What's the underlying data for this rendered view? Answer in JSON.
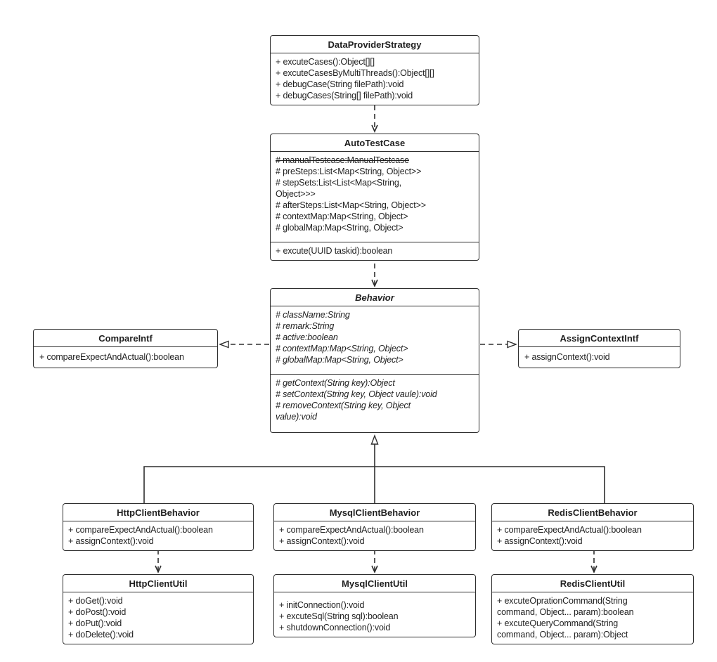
{
  "colors": {
    "line": "#2e2e2e",
    "text": "#1f1f1f",
    "background": "#ffffff"
  },
  "classes": {
    "dataProviderStrategy": {
      "title": "DataProviderStrategy",
      "methods": [
        "+ excuteCases():Object[][]",
        "+ excuteCasesByMultiThreads():Object[][]",
        "+ debugCase(String filePath):void",
        "+ debugCases(String[] filePath):void"
      ]
    },
    "autoTestCase": {
      "title": "AutoTestCase",
      "attributes": [
        {
          "text": "# manualTestcase:ManualTestcase",
          "strike": true
        },
        "# preSteps:List<Map<String, Object>>",
        "# stepSets:List<List<Map<String,",
        "Object>>>",
        "# afterSteps:List<Map<String, Object>>",
        "# contextMap:Map<String, Object>",
        "# globalMap:Map<String, Object>"
      ],
      "methods": [
        "+ excute(UUID taskid):boolean"
      ]
    },
    "behavior": {
      "title": "Behavior",
      "attributes": [
        "# className:String",
        "# remark:String",
        "# active:boolean",
        "# contextMap:Map<String, Object>",
        "# globalMap:Map<String, Object>"
      ],
      "methods": [
        "# getContext(String key):Object",
        "# setContext(String key, Object vaule):void",
        "# removeContext(String key, Object",
        "value):void"
      ]
    },
    "compareIntf": {
      "title": "CompareIntf",
      "methods": [
        "+ compareExpectAndActual():boolean"
      ]
    },
    "assignContextIntf": {
      "title": "AssignContextIntf",
      "methods": [
        "+ assignContext():void"
      ]
    },
    "httpClientBehavior": {
      "title": "HttpClientBehavior",
      "methods": [
        "+ compareExpectAndActual():boolean",
        "+ assignContext():void"
      ]
    },
    "mysqlClientBehavior": {
      "title": "MysqlClientBehavior",
      "methods": [
        "+ compareExpectAndActual():boolean",
        "+ assignContext():void"
      ]
    },
    "redisClientBehavior": {
      "title": "RedisClientBehavior",
      "methods": [
        "+ compareExpectAndActual():boolean",
        "+ assignContext():void"
      ]
    },
    "httpClientUtil": {
      "title": "HttpClientUtil",
      "methods": [
        "+ doGet():void",
        "+ doPost():void",
        "+ doPut():void",
        "+ doDelete():void"
      ]
    },
    "mysqlClientUtil": {
      "title": "MysqlClientUtil",
      "methods": [
        "+ initConnection():void",
        "+ excuteSql(String sql):boolean",
        "+ shutdownConnection():void"
      ]
    },
    "redisClientUtil": {
      "title": "RedisClientUtil",
      "methods": [
        "+ excuteOprationCommand(String",
        "command, Object... param):boolean",
        "+ excuteQueryCommand(String",
        "command, Object... param):Object"
      ]
    }
  },
  "relations": [
    {
      "type": "dependency",
      "from": "DataProviderStrategy",
      "to": "AutoTestCase"
    },
    {
      "type": "dependency",
      "from": "AutoTestCase",
      "to": "Behavior"
    },
    {
      "type": "realization",
      "from": "Behavior",
      "to": "CompareIntf"
    },
    {
      "type": "realization",
      "from": "Behavior",
      "to": "AssignContextIntf"
    },
    {
      "type": "generalization",
      "from": "HttpClientBehavior",
      "to": "Behavior"
    },
    {
      "type": "generalization",
      "from": "MysqlClientBehavior",
      "to": "Behavior"
    },
    {
      "type": "generalization",
      "from": "RedisClientBehavior",
      "to": "Behavior"
    },
    {
      "type": "dependency",
      "from": "HttpClientBehavior",
      "to": "HttpClientUtil"
    },
    {
      "type": "dependency",
      "from": "MysqlClientBehavior",
      "to": "MysqlClientUtil"
    },
    {
      "type": "dependency",
      "from": "RedisClientBehavior",
      "to": "RedisClientUtil"
    }
  ]
}
